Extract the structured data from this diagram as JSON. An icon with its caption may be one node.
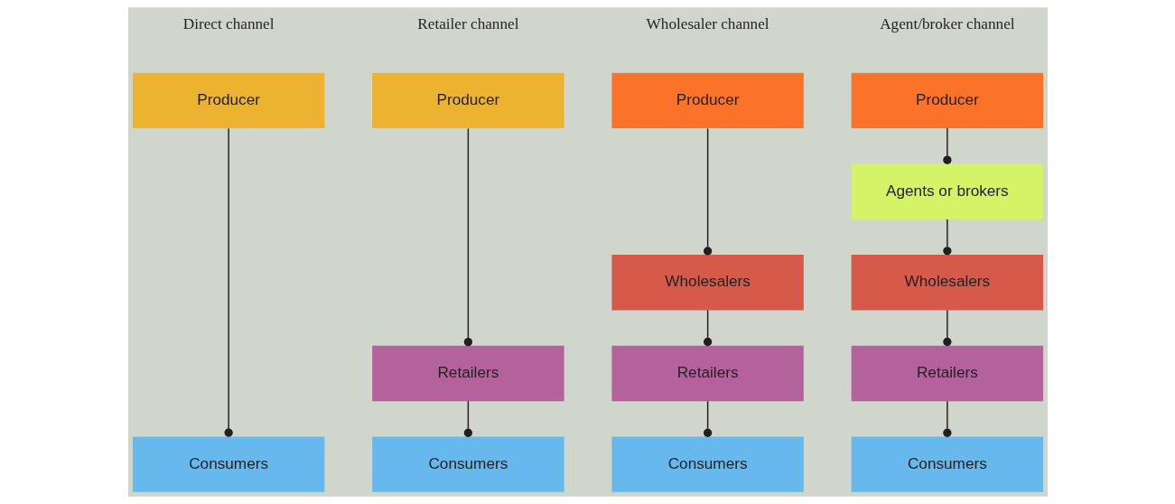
{
  "diagram": {
    "nodes": [
      {
        "text": [
          "Producer"
        ]
      },
      {
        "text": [
          "Consumers"
        ]
      },
      {
        "text": [
          "Producer"
        ]
      },
      {
        "text": [
          "Retailers"
        ]
      },
      {
        "text": [
          "Consumers"
        ]
      },
      {
        "text": [
          "Producer"
        ]
      },
      {
        "text": [
          "Wholesalers"
        ]
      },
      {
        "text": [
          "Retailers"
        ]
      },
      {
        "text": [
          "Consumers"
        ]
      },
      {
        "text": [
          "Producer"
        ]
      },
      {
        "text": [
          "Agents or brokers"
        ]
      },
      {
        "text": [
          "Wholesalers"
        ]
      },
      {
        "text": [
          "Retailers"
        ]
      },
      {
        "text": [
          "Consumers"
        ]
      }
    ],
    "edges": [
      {
        "from": 0,
        "to": 1,
        "arrow": "other"
      },
      {
        "from": 2,
        "to": 3,
        "arrow": "other"
      },
      {
        "from": 3,
        "to": 4,
        "arrow": "other"
      },
      {
        "from": 5,
        "to": 6,
        "arrow": "other"
      },
      {
        "from": 6,
        "to": 7,
        "arrow": "other"
      },
      {
        "from": 7,
        "to": 8,
        "arrow": "other"
      },
      {
        "from": 9,
        "to": 10,
        "arrow": "other"
      },
      {
        "from": 10,
        "to": 11,
        "arrow": "other"
      },
      {
        "from": 11,
        "to": 12,
        "arrow": "other"
      },
      {
        "from": 12,
        "to": 13,
        "arrow": "other"
      }
    ],
    "labels": [
      "Direct channel",
      "Retailer channel",
      "Wholesaler channel",
      "Agent/broker channel"
    ]
  }
}
